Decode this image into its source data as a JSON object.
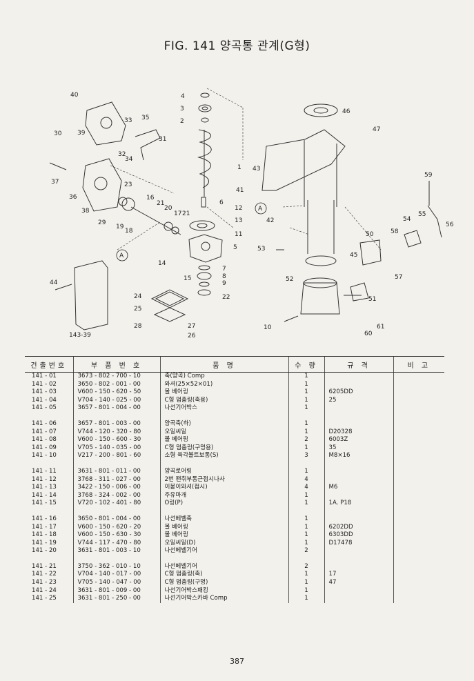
{
  "page": {
    "figure_title": "FIG. 141 양곡통 관계(G형)",
    "page_number": "387"
  },
  "diagram": {
    "callouts": [
      "1",
      "2",
      "3",
      "4",
      "5",
      "6",
      "7",
      "8",
      "9",
      "10",
      "11",
      "12",
      "13",
      "14",
      "15",
      "16",
      "17",
      "18",
      "19",
      "20",
      "21",
      "21",
      "22",
      "23",
      "24",
      "25",
      "26",
      "27",
      "28",
      "29",
      "30",
      "31",
      "32",
      "33",
      "34",
      "35",
      "36",
      "37",
      "38",
      "39",
      "40",
      "41",
      "42",
      "43",
      "44",
      "45",
      "46",
      "47",
      "50",
      "51",
      "52",
      "53",
      "54",
      "55",
      "56",
      "57",
      "58",
      "59",
      "60",
      "61",
      "143-39",
      "A",
      "A"
    ]
  },
  "table": {
    "headers": [
      "건출번호",
      "부 품 번 호",
      "품 명",
      "수 량",
      "규 격",
      "비 고"
    ],
    "groups": [
      [
        {
          "no": "141 - 01",
          "part": "3673 - 802 - 700 - 10",
          "name": "축(양곡) Comp",
          "qty": "1",
          "spec": "",
          "remark": ""
        },
        {
          "no": "141 - 02",
          "part": "3650 - 802 - 001 - 00",
          "name": "와셔(25×52×01)",
          "qty": "1",
          "spec": "",
          "remark": ""
        },
        {
          "no": "141 - 03",
          "part": "V600 - 150 - 620 - 50",
          "name": "볼 베어링",
          "qty": "1",
          "spec": "6205DD",
          "remark": ""
        },
        {
          "no": "141 - 04",
          "part": "V704 - 140 - 025 - 00",
          "name": "C형 멈춤링(축용)",
          "qty": "1",
          "spec": "25",
          "remark": ""
        },
        {
          "no": "141 - 05",
          "part": "3657 - 801 - 004 - 00",
          "name": "나선기어박스",
          "qty": "1",
          "spec": "",
          "remark": ""
        }
      ],
      [
        {
          "no": "141 - 06",
          "part": "3657 - 801 - 003 - 00",
          "name": "양곡축(하)",
          "qty": "1",
          "spec": "",
          "remark": ""
        },
        {
          "no": "141 - 07",
          "part": "V744 - 120 - 320 - 80",
          "name": "오일씨일",
          "qty": "1",
          "spec": "D20328",
          "remark": ""
        },
        {
          "no": "141 - 08",
          "part": "V600 - 150 - 600 - 30",
          "name": "볼 베어링",
          "qty": "2",
          "spec": "6003Z",
          "remark": ""
        },
        {
          "no": "141 - 09",
          "part": "V705 - 140 - 035 - 00",
          "name": "C형 멈춤링(구멍용)",
          "qty": "1",
          "spec": "35",
          "remark": ""
        },
        {
          "no": "141 - 10",
          "part": "V217 - 200 - 801 - 60",
          "name": "소형 육각볼트보통(S)",
          "qty": "3",
          "spec": "M8×16",
          "remark": ""
        }
      ],
      [
        {
          "no": "141 - 11",
          "part": "3631 - 801 - 011 - 00",
          "name": "양곡로어링",
          "qty": "1",
          "spec": "",
          "remark": ""
        },
        {
          "no": "141 - 12",
          "part": "3768 - 311 - 027 - 00",
          "name": "2번 팬취부통근접시나사",
          "qty": "4",
          "spec": "",
          "remark": ""
        },
        {
          "no": "141 - 13",
          "part": "3422 - 150 - 006 - 00",
          "name": "이붙이와셔(접시)",
          "qty": "4",
          "spec": "M6",
          "remark": ""
        },
        {
          "no": "141 - 14",
          "part": "3768 - 324 - 002 - 00",
          "name": "주유마개",
          "qty": "1",
          "spec": "",
          "remark": ""
        },
        {
          "no": "141 - 15",
          "part": "V720 - 102 - 401 - 80",
          "name": "O링(P)",
          "qty": "1",
          "spec": "1A.  P18",
          "remark": ""
        }
      ],
      [
        {
          "no": "141 - 16",
          "part": "3650 - 801 - 004 - 00",
          "name": "나선베벨축",
          "qty": "1",
          "spec": "",
          "remark": ""
        },
        {
          "no": "141 - 17",
          "part": "V600 - 150 - 620 - 20",
          "name": "볼 베어링",
          "qty": "1",
          "spec": "6202DD",
          "remark": ""
        },
        {
          "no": "141 - 18",
          "part": "V600 - 150 - 630 - 30",
          "name": "볼 베어링",
          "qty": "1",
          "spec": "6303DD",
          "remark": ""
        },
        {
          "no": "141 - 19",
          "part": "V744 - 117 - 470 - 80",
          "name": "오일씨일(D)",
          "qty": "1",
          "spec": "D17478",
          "remark": ""
        },
        {
          "no": "141 - 20",
          "part": "3631 - 801 - 003 - 10",
          "name": "나선베벨기어",
          "qty": "2",
          "spec": "",
          "remark": ""
        }
      ],
      [
        {
          "no": "141 - 21",
          "part": "3750 - 362 - 010 - 10",
          "name": "나선베벨기어",
          "qty": "2",
          "spec": "",
          "remark": ""
        },
        {
          "no": "141 - 22",
          "part": "V704 - 140 - 017 - 00",
          "name": "C형 멈춤링(축)",
          "qty": "1",
          "spec": "17",
          "remark": ""
        },
        {
          "no": "141 - 23",
          "part": "V705 - 140 - 047 - 00",
          "name": "C형 멈춤링(구멍)",
          "qty": "1",
          "spec": "47",
          "remark": ""
        },
        {
          "no": "141 - 24",
          "part": "3631 - 801 - 009 - 00",
          "name": "나선기어박스패킹",
          "qty": "1",
          "spec": "",
          "remark": ""
        },
        {
          "no": "141 - 25",
          "part": "3631 - 801 - 250 - 00",
          "name": "나선기어박스카바 Comp",
          "qty": "1",
          "spec": "",
          "remark": ""
        }
      ]
    ]
  }
}
